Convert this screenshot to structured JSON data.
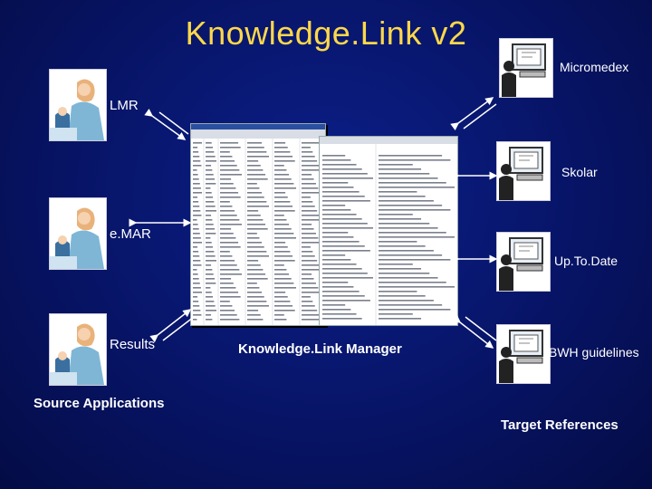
{
  "title": "Knowledge.Link v2",
  "sources": {
    "heading": "Source Applications",
    "items": [
      {
        "label": "LMR"
      },
      {
        "label": "e.MAR"
      },
      {
        "label": "Results"
      }
    ]
  },
  "manager": {
    "label": "Knowledge.Link Manager"
  },
  "targets": {
    "heading": "Target References",
    "items": [
      {
        "label": "Micromedex"
      },
      {
        "label": "Skolar"
      },
      {
        "label": "Up.To.Date"
      },
      {
        "label": "BWH guidelines"
      }
    ]
  },
  "colors": {
    "background": "#071466",
    "title": "#ffd84a",
    "text": "#ffffff"
  }
}
